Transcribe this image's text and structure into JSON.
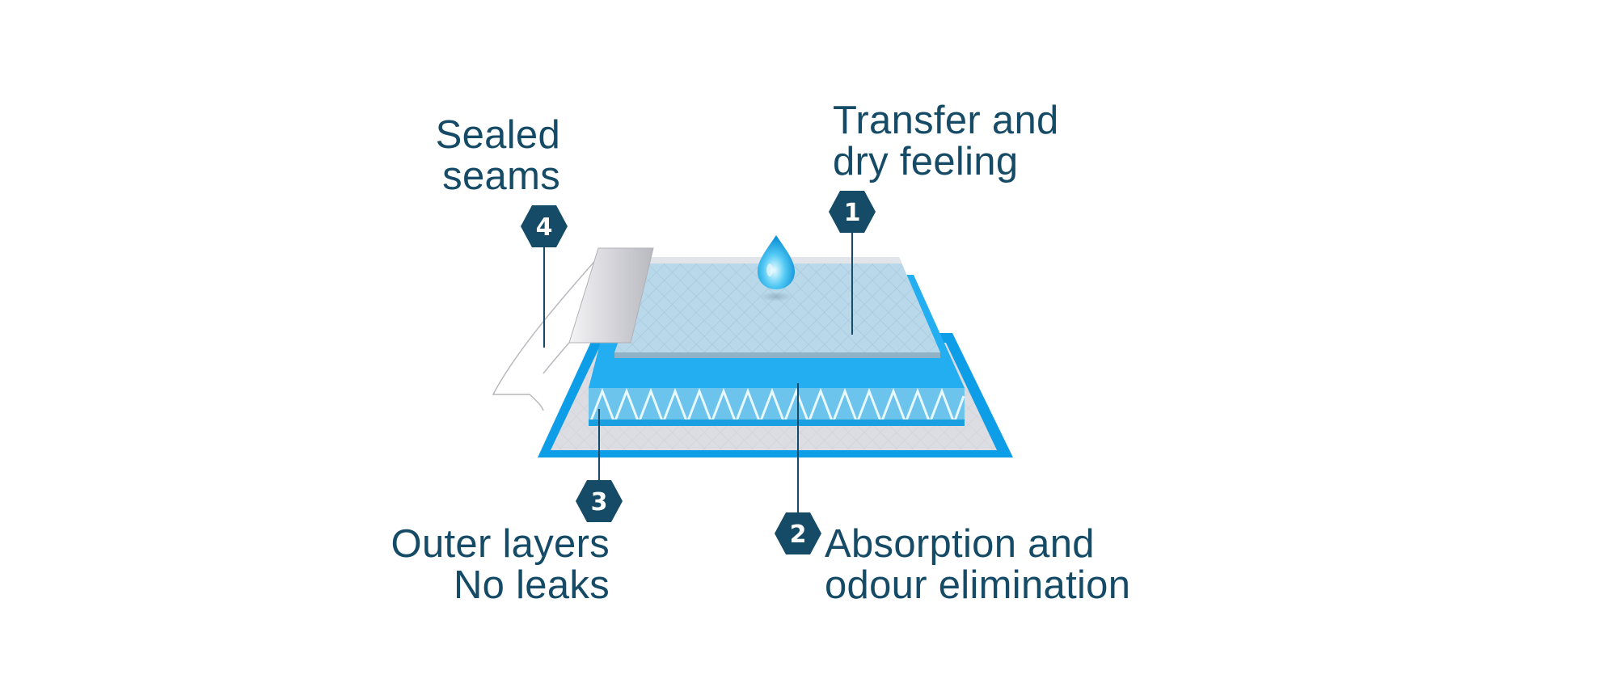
{
  "callouts": [
    {
      "number": "1",
      "line1": "Transfer and",
      "line2": "dry feeling"
    },
    {
      "number": "2",
      "line1": "Absorption and",
      "line2": "odour elimination"
    },
    {
      "number": "3",
      "line1": "Outer layers",
      "line2": "No leaks"
    },
    {
      "number": "4",
      "line1": "Sealed",
      "line2": "seams"
    }
  ],
  "colors": {
    "text": "#154b66",
    "badge": "#154b66",
    "accent_blue": "#0e9ee8",
    "core_blue": "#22aef0",
    "top_layer": "#b9d8ea",
    "backsheet": "#dcdde2",
    "seal_tab": "#d2d2d8",
    "droplet": "#2fb6ee"
  },
  "icons": [
    "water-droplet-icon",
    "hexagon-badge-icon"
  ]
}
